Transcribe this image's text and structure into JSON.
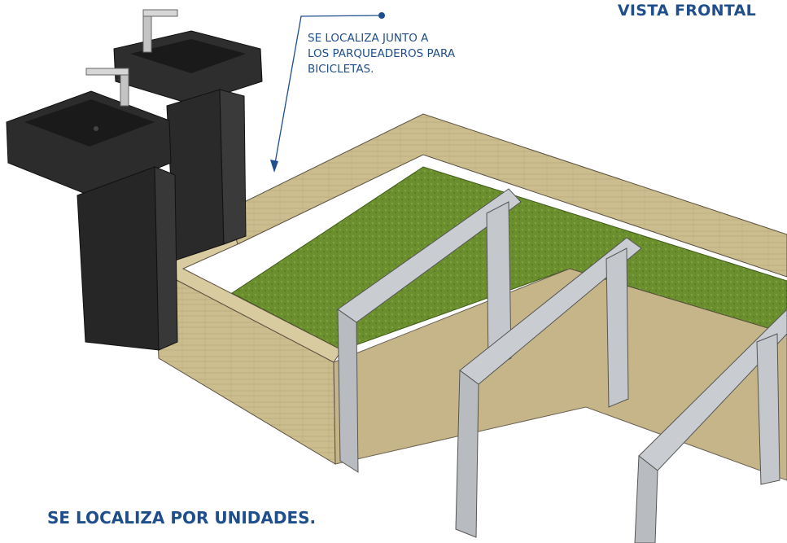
{
  "header": {
    "view_title": "VISTA FRONTAL"
  },
  "callout": {
    "lines": [
      "SE LOCALIZA JUNTO A",
      "LOS PARQUEADEROS PARA",
      "BICICLETAS."
    ]
  },
  "footer": {
    "note": "SE LOCALIZA POR UNIDADES."
  },
  "colors": {
    "accent": "#1f4e8c",
    "basin": "#2b2b2b",
    "wood": "#c9b98a",
    "grass": "#6a8f2e",
    "rack": "#bfc3c7"
  }
}
